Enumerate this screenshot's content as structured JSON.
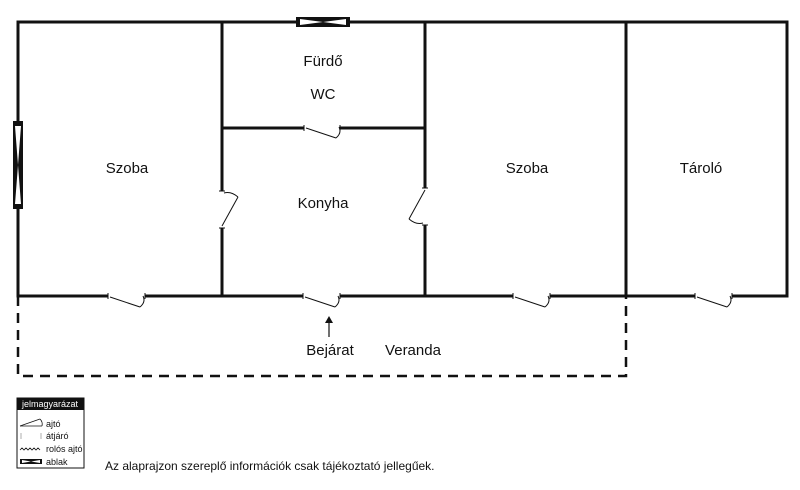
{
  "rooms": {
    "szoba_left": "Szoba",
    "furdo": "Fürdő",
    "wc": "WC",
    "konyha": "Konyha",
    "szoba_right": "Szoba",
    "tarolo": "Tároló",
    "veranda": "Veranda",
    "bejarat": "Bejárat"
  },
  "legend": {
    "title": "jelmagyarázat",
    "items": [
      "ajtó",
      "átjáró",
      "rolós ajtó",
      "ablak"
    ]
  },
  "note": "Az alaprajzon szereplő információk csak tájékoztató jellegűek."
}
